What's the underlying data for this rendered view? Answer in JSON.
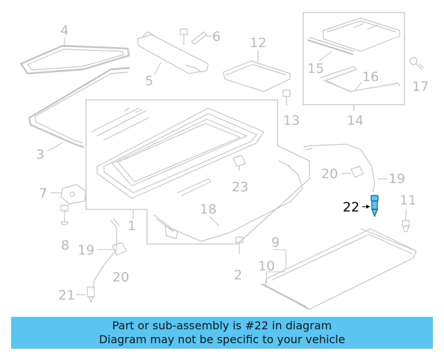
{
  "callouts": {
    "c1": "1",
    "c2": "2",
    "c3": "3",
    "c4": "4",
    "c5": "5",
    "c6": "6",
    "c7": "7",
    "c8": "8",
    "c9": "9",
    "c10": "10",
    "c11": "11",
    "c12": "12",
    "c13": "13",
    "c14": "14",
    "c15": "15",
    "c16": "16",
    "c17": "17",
    "c18": "18",
    "c19a": "19",
    "c19b": "19",
    "c20a": "20",
    "c20b": "20",
    "c21": "21",
    "c22": "22",
    "c23": "23"
  },
  "highlight": {
    "color": "#5bc4f0"
  },
  "caption": {
    "line1": "Part or sub-assembly is #22 in diagram",
    "line2": "Diagram may not be specific to your vehicle",
    "background": "#5bc4f0"
  }
}
